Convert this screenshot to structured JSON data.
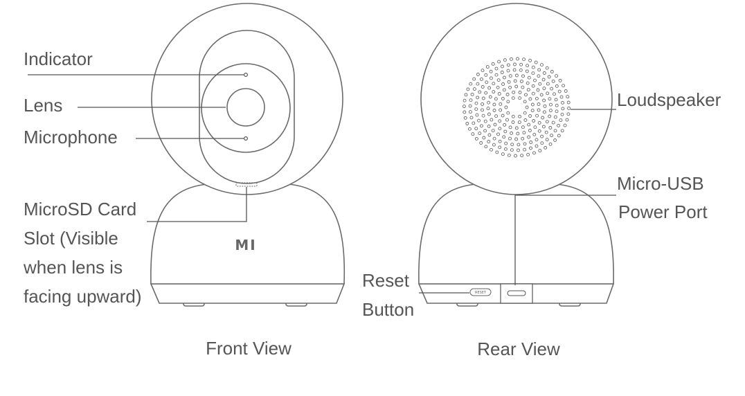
{
  "front_view": {
    "caption": "Front View",
    "logo": "MI",
    "labels": {
      "indicator": "Indicator",
      "lens": "Lens",
      "microphone": "Microphone",
      "microsd_lines": [
        "MicroSD Card",
        "Slot (Visible",
        "when lens is",
        "facing upward)"
      ]
    }
  },
  "rear_view": {
    "caption": "Rear View",
    "reset_text": "RESET",
    "labels": {
      "loudspeaker": "Loudspeaker",
      "micro_usb_lines": [
        "Micro-USB",
        "Power Port"
      ],
      "reset_lines": [
        "Reset",
        "Button"
      ]
    }
  },
  "colors": {
    "line": "#555555",
    "text": "#555555"
  }
}
